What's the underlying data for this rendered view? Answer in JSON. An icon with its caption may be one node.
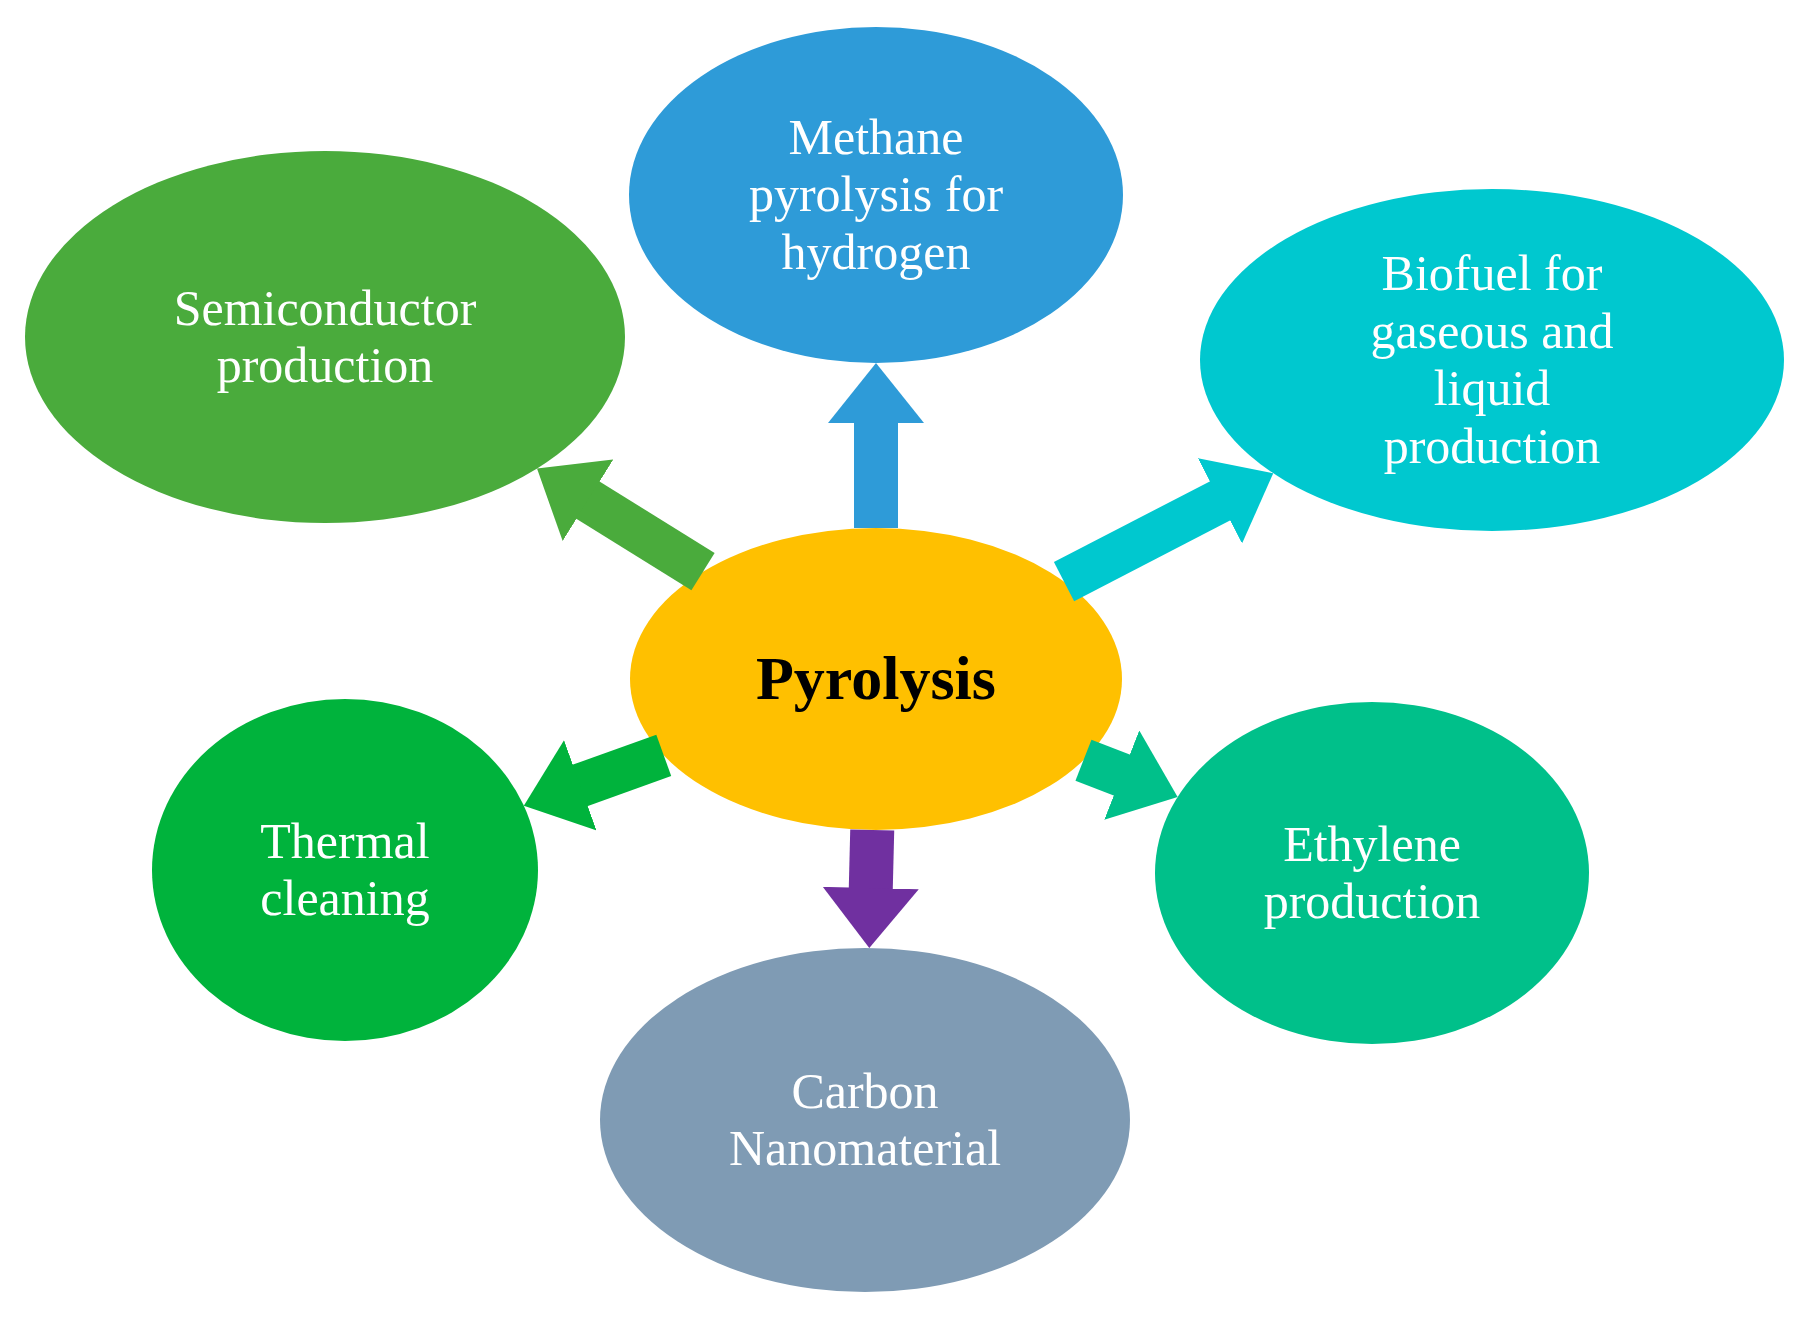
{
  "diagram": {
    "nodes": [
      {
        "text": [
          "Pyrolysis"
        ]
      },
      {
        "text": [
          "Methane pyrolysis for hydrogen"
        ]
      },
      {
        "text": [
          "Semiconductor production"
        ]
      },
      {
        "text": [
          "Biofuel for gaseous and liquid production"
        ]
      },
      {
        "text": [
          "Thermal cleaning"
        ]
      },
      {
        "text": [
          "Ethylene production"
        ]
      },
      {
        "text": [
          "Carbon Nanomaterial"
        ]
      }
    ],
    "edges": [
      {
        "from": 0,
        "to": 1,
        "arrow": "to",
        "color": "#2e9bd8"
      },
      {
        "from": 0,
        "to": 2,
        "arrow": "to",
        "color": "#4aab3c"
      },
      {
        "from": 0,
        "to": 3,
        "arrow": "to",
        "color": "#00c8cf"
      },
      {
        "from": 0,
        "to": 4,
        "arrow": "to",
        "color": "#00b33c"
      },
      {
        "from": 0,
        "to": 5,
        "arrow": "to",
        "color": "#00c08a"
      },
      {
        "from": 0,
        "to": 6,
        "arrow": "to",
        "color": "#7030a0"
      }
    ]
  }
}
